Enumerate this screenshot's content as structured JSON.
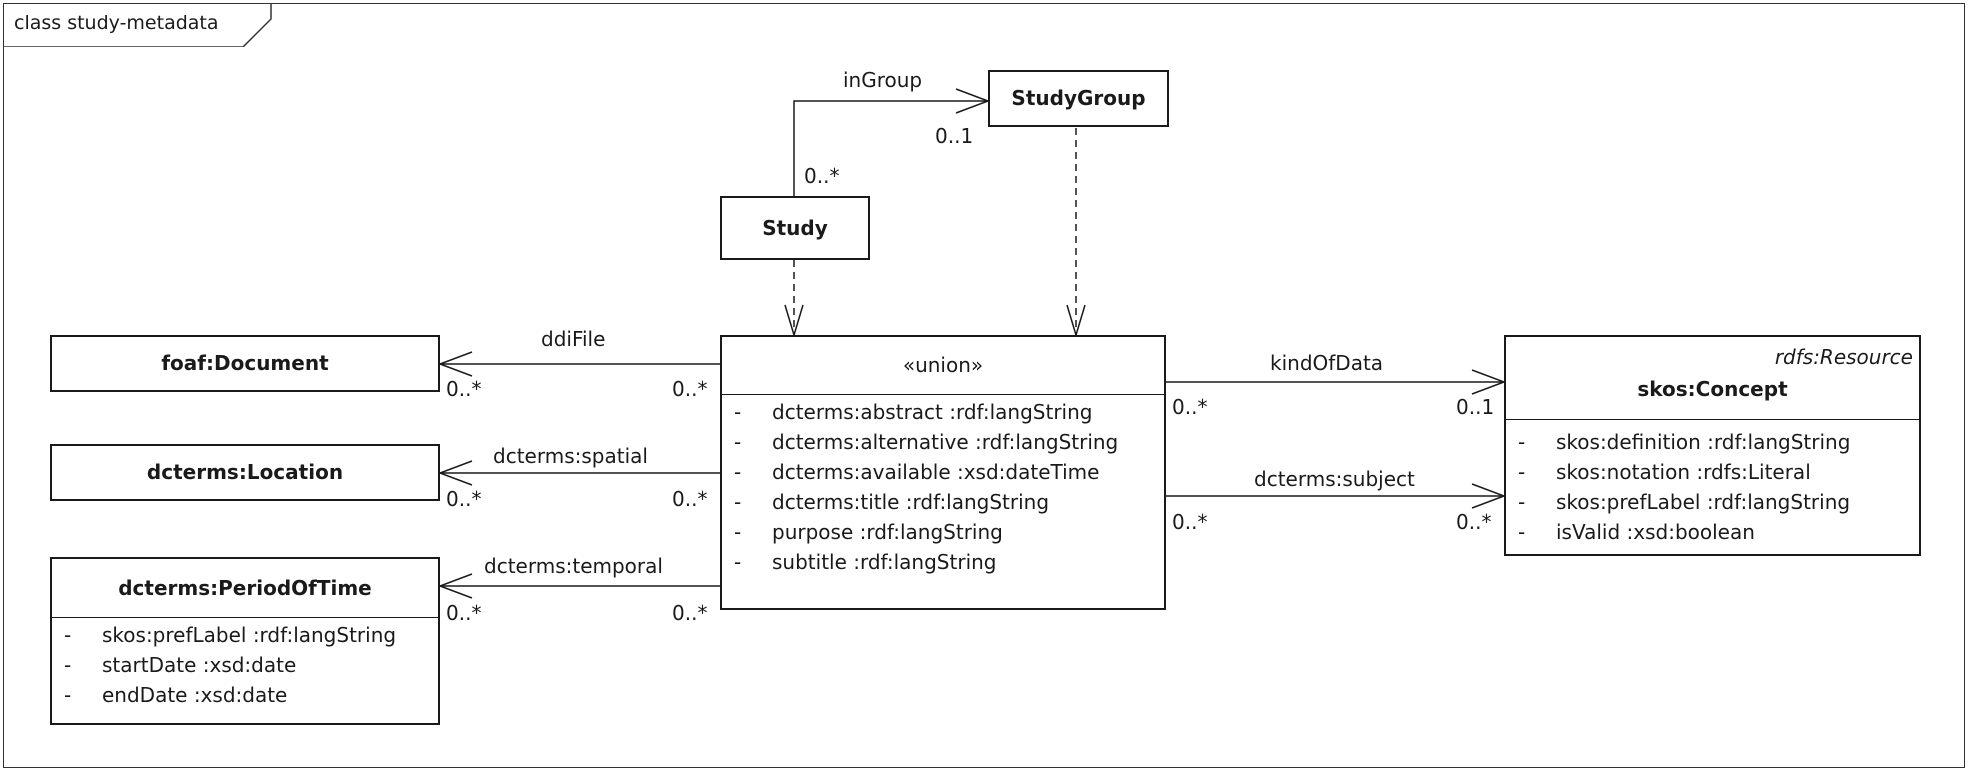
{
  "frame": {
    "title": "class study-metadata"
  },
  "classes": {
    "studygroup": {
      "name": "StudyGroup"
    },
    "study": {
      "name": "Study"
    },
    "union": {
      "stereotype": "«union»",
      "attributes": [
        "dcterms:abstract  :rdf:langString",
        "dcterms:alternative  :rdf:langString",
        "dcterms:available  :xsd:dateTime",
        "dcterms:title  :rdf:langString",
        "purpose  :rdf:langString",
        "subtitle  :rdf:langString"
      ]
    },
    "document": {
      "name": "foaf:Document"
    },
    "location": {
      "name": "dcterms:Location"
    },
    "periodoftime": {
      "name": "dcterms:PeriodOfTime",
      "attributes": [
        "skos:prefLabel  :rdf:langString",
        "startDate  :xsd:date",
        "endDate  :xsd:date"
      ]
    },
    "concept": {
      "name": "skos:Concept",
      "tag": "rdfs:Resource",
      "attributes": [
        "skos:definition  :rdf:langString",
        "skos:notation  :rdfs:Literal",
        "skos:prefLabel  :rdf:langString",
        "isValid  :xsd:boolean"
      ]
    }
  },
  "associations": {
    "ingroup": {
      "label": "inGroup",
      "source_mult": "0..*",
      "target_mult": "0..1"
    },
    "ddifile": {
      "label": "ddiFile",
      "source_mult": "0..*",
      "target_mult": "0..*"
    },
    "spatial": {
      "label": "dcterms:spatial",
      "source_mult": "0..*",
      "target_mult": "0..*"
    },
    "temporal": {
      "label": "dcterms:temporal",
      "source_mult": "0..*",
      "target_mult": "0..*"
    },
    "kindofdata": {
      "label": "kindOfData",
      "source_mult": "0..*",
      "target_mult": "0..1"
    },
    "subject": {
      "label": "dcterms:subject",
      "source_mult": "0..*",
      "target_mult": "0..*"
    }
  },
  "attribute_marker": "-"
}
